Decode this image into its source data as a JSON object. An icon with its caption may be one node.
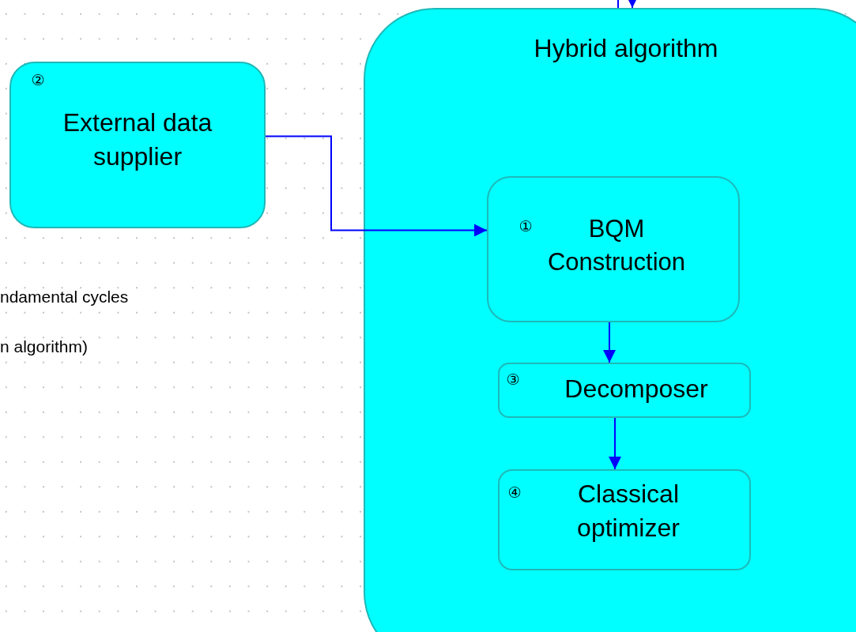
{
  "diagram": {
    "nodes": [
      {
        "text": [
          "Hybrid algorithm"
        ]
      },
      {
        "text": [
          "②",
          "External data supplier"
        ]
      },
      {
        "text": [
          "①",
          "BQM Construction"
        ],
        "in": 0
      },
      {
        "text": [
          "③",
          "Decomposer"
        ],
        "in": 0
      },
      {
        "text": [
          "④",
          "Classical optimizer"
        ],
        "in": 0
      }
    ],
    "edges": [
      {
        "from": null,
        "to": 0,
        "arrow": "none"
      },
      {
        "from": null,
        "to": 0,
        "arrow": "to"
      },
      {
        "from": 1,
        "to": 2,
        "arrow": "to"
      },
      {
        "from": 2,
        "to": 3,
        "arrow": "to"
      },
      {
        "from": 3,
        "to": 4,
        "arrow": "to"
      }
    ],
    "labels": [
      "ndamental cycles",
      "n algorithm)"
    ]
  }
}
